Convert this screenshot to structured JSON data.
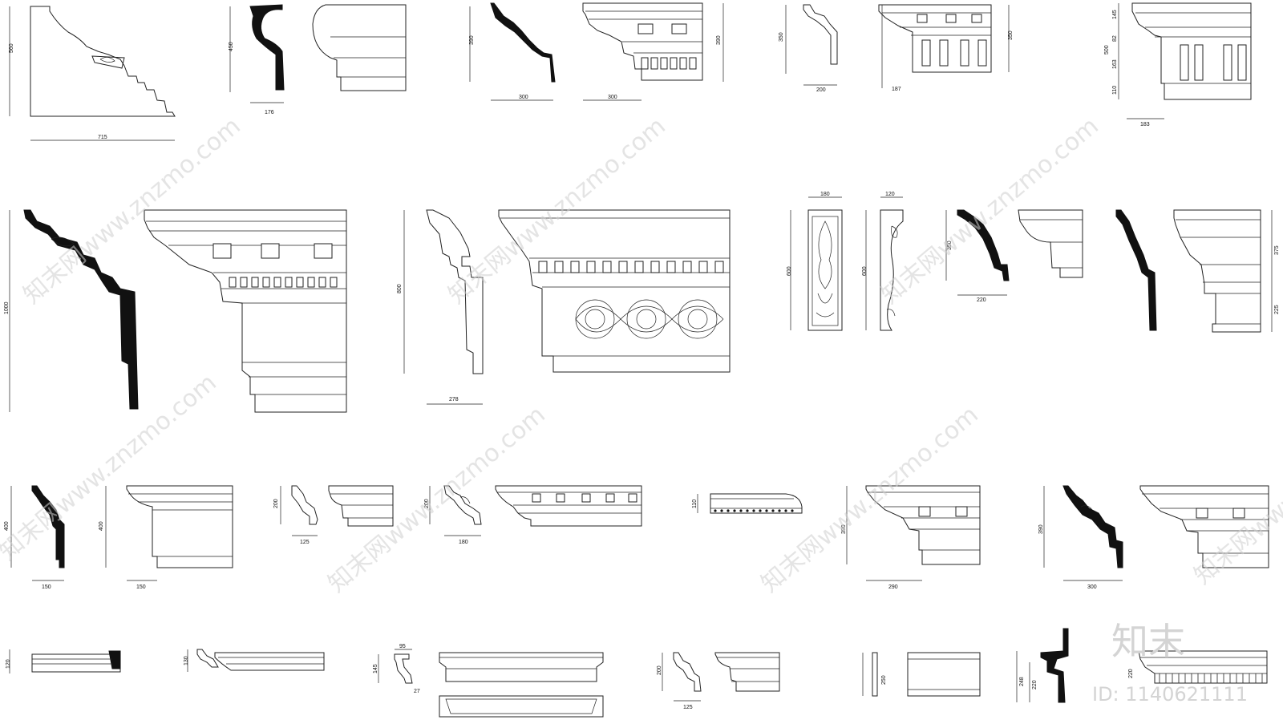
{
  "dimensions": {
    "d1_h": "560",
    "d1_w": "715",
    "d2_h": "450",
    "d2_w": "176",
    "d3_h": "390",
    "d3_w": "300",
    "d3b_h": "390",
    "d3b_w": "300",
    "d4_h": "350",
    "d4_w": "200",
    "d4b_h": "350",
    "d4b_w": "187",
    "d5_h": "500",
    "d5_a": "145",
    "d5_b": "82",
    "d5_c": "163",
    "d5_d": "110",
    "d5_w": "183",
    "d6_h": "1000",
    "d7_h": "800",
    "d7_w": "278",
    "d8_w": "180",
    "d8_h": "600",
    "d9_w": "120",
    "d9_h": "600",
    "d10_h": "350",
    "d10_w": "220",
    "d11_a": "375",
    "d11_b": "225",
    "d12_h": "400",
    "d12_w": "150",
    "d13_h": "400",
    "d13_w": "150",
    "d14_h": "200",
    "d14_w": "125",
    "d15_h": "200",
    "d15_w": "180",
    "d16_h": "110",
    "d17_h": "390",
    "d17_w": "290",
    "d18_h": "390",
    "d18_w": "300",
    "d19_h": "120",
    "d20_h": "130",
    "d21_w": "95",
    "d21_h": "145",
    "d21_b": "27",
    "d22_h": "200",
    "d22_w": "125",
    "d23_h": "250",
    "d24_a": "248",
    "d24_b": "220",
    "d25_h": "220"
  },
  "watermark": {
    "text": "知末网www.znzmo.com"
  },
  "brand": {
    "logo": "知末",
    "id_label": "ID: 1140621111"
  },
  "colors": {
    "line": "#222222",
    "solid": "#111111",
    "watermark": "#cfcfcf"
  }
}
